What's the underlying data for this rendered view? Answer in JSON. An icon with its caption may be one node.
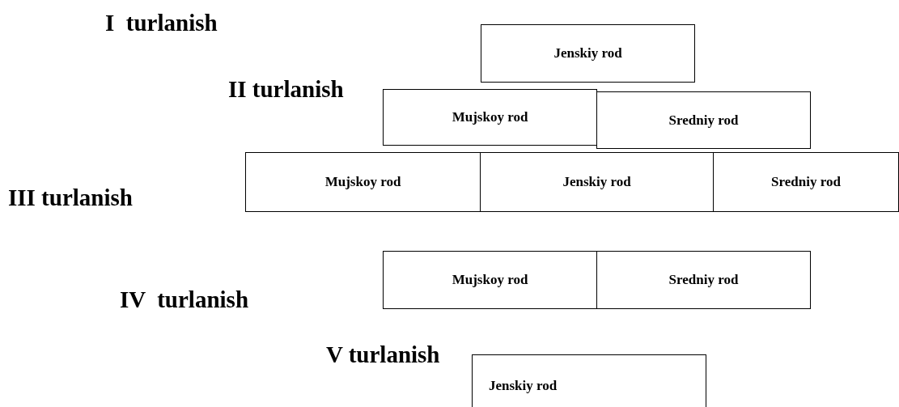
{
  "diagram": {
    "nodes": [
      {
        "text": [
          "Jenskiy rod"
        ]
      },
      {
        "text": [
          "Mujskoy rod"
        ]
      },
      {
        "text": [
          "Sredniy rod"
        ]
      },
      {
        "text": [
          "Mujskoy rod"
        ]
      },
      {
        "text": [
          "Jenskiy rod"
        ]
      },
      {
        "text": [
          "Sredniy rod"
        ]
      },
      {
        "text": [
          "Mujskoy rod"
        ]
      },
      {
        "text": [
          "Sredniy rod"
        ]
      },
      {
        "text": [
          "Jenskiy rod"
        ]
      }
    ],
    "edges": [],
    "labels": [
      "I  turlanish",
      "II turlanish",
      "III turlanish",
      "IV  turlanish",
      "V turlanish"
    ]
  }
}
